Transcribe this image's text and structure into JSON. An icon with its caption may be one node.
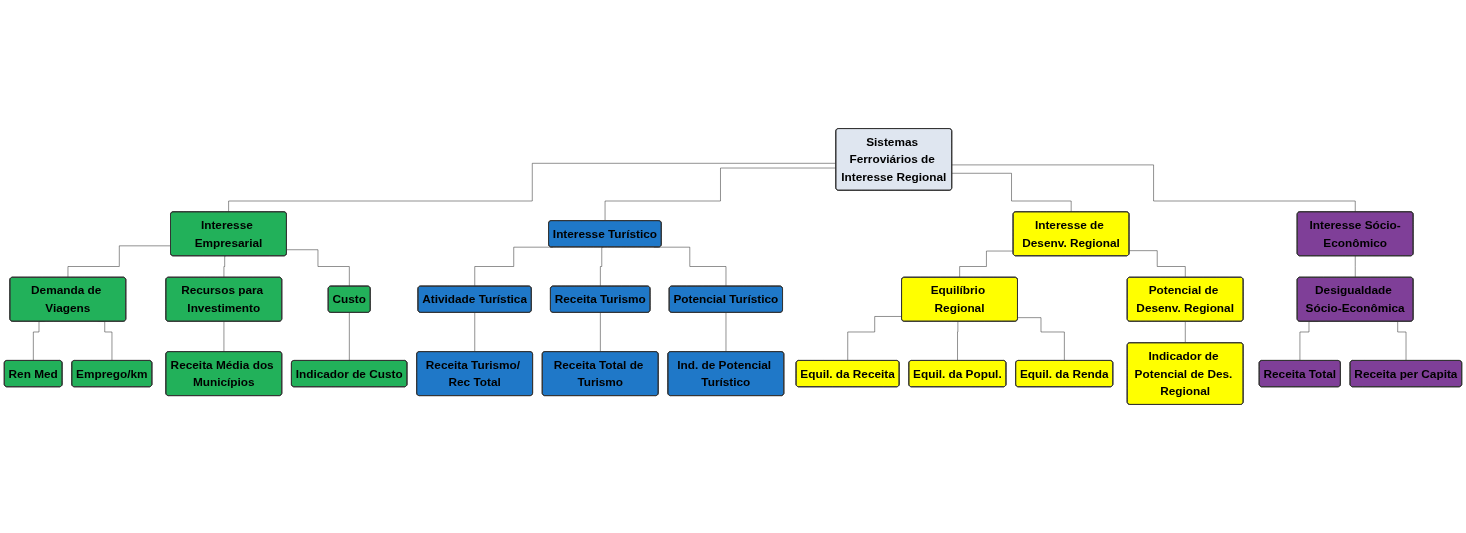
{
  "diagram": {
    "nodes": [
      {
        "text": [
          "Sistemas Ferroviários de Interesse Regional"
        ]
      },
      {
        "text": [
          "Interesse Empresarial"
        ]
      },
      {
        "text": [
          "Interesse Turístico"
        ]
      },
      {
        "text": [
          "Interesse de Desenv. Regional"
        ]
      },
      {
        "text": [
          "Interesse Sócio-Econômico"
        ]
      },
      {
        "text": [
          "Demanda de Viagens"
        ]
      },
      {
        "text": [
          "Recursos para Investimento"
        ]
      },
      {
        "text": [
          "Custo"
        ]
      },
      {
        "text": [
          "Ren Med"
        ]
      },
      {
        "text": [
          "Emprego/km"
        ]
      },
      {
        "text": [
          "Receita Média dos Municípios"
        ]
      },
      {
        "text": [
          "Indicador de Custo"
        ]
      },
      {
        "text": [
          "Atividade Turística"
        ]
      },
      {
        "text": [
          "Receita Turismo"
        ]
      },
      {
        "text": [
          "Potencial Turístico"
        ]
      },
      {
        "text": [
          "Receita Turismo/ Rec Total"
        ]
      },
      {
        "text": [
          "Receita Total de Turismo"
        ]
      },
      {
        "text": [
          "Ind. de Potencial Turístico"
        ]
      },
      {
        "text": [
          "Equilíbrio Regional"
        ]
      },
      {
        "text": [
          "Potencial de Desenv. Regional"
        ]
      },
      {
        "text": [
          "Indicador de Potencial de Des. Regional"
        ]
      },
      {
        "text": [
          "Equil. da Receita"
        ]
      },
      {
        "text": [
          "Equil. da Popul."
        ]
      },
      {
        "text": [
          "Equil. da Renda"
        ]
      },
      {
        "text": [
          "Desigualdade Sócio-Econômica"
        ]
      },
      {
        "text": [
          "Receita Total"
        ]
      },
      {
        "text": [
          "Receita per Capita"
        ]
      }
    ],
    "edges": [
      {
        "from": 0,
        "to": 1,
        "arrow": "none"
      },
      {
        "from": 0,
        "to": 2,
        "arrow": "none"
      },
      {
        "from": 0,
        "to": 3,
        "arrow": "none"
      },
      {
        "from": 0,
        "to": 4,
        "arrow": "none"
      },
      {
        "from": 1,
        "to": 5,
        "arrow": "none"
      },
      {
        "from": 1,
        "to": 6,
        "arrow": "none"
      },
      {
        "from": 1,
        "to": 7,
        "arrow": "none"
      },
      {
        "from": 5,
        "to": 8,
        "arrow": "none"
      },
      {
        "from": 5,
        "to": 9,
        "arrow": "none"
      },
      {
        "from": 6,
        "to": 10,
        "arrow": "none"
      },
      {
        "from": 7,
        "to": 11,
        "arrow": "none"
      },
      {
        "from": 2,
        "to": 12,
        "arrow": "none"
      },
      {
        "from": 2,
        "to": 13,
        "arrow": "none"
      },
      {
        "from": 2,
        "to": 14,
        "arrow": "none"
      },
      {
        "from": 12,
        "to": 15,
        "arrow": "none"
      },
      {
        "from": 13,
        "to": 16,
        "arrow": "none"
      },
      {
        "from": 14,
        "to": 17,
        "arrow": "none"
      },
      {
        "from": 3,
        "to": 18,
        "arrow": "none"
      },
      {
        "from": 3,
        "to": 19,
        "arrow": "none"
      },
      {
        "from": 18,
        "to": 21,
        "arrow": "none"
      },
      {
        "from": 18,
        "to": 22,
        "arrow": "none"
      },
      {
        "from": 18,
        "to": 23,
        "arrow": "none"
      },
      {
        "from": 19,
        "to": 20,
        "arrow": "none"
      },
      {
        "from": 4,
        "to": 24,
        "arrow": "none"
      },
      {
        "from": 24,
        "to": 25,
        "arrow": "none"
      },
      {
        "from": 24,
        "to": 26,
        "arrow": "none"
      }
    ]
  }
}
